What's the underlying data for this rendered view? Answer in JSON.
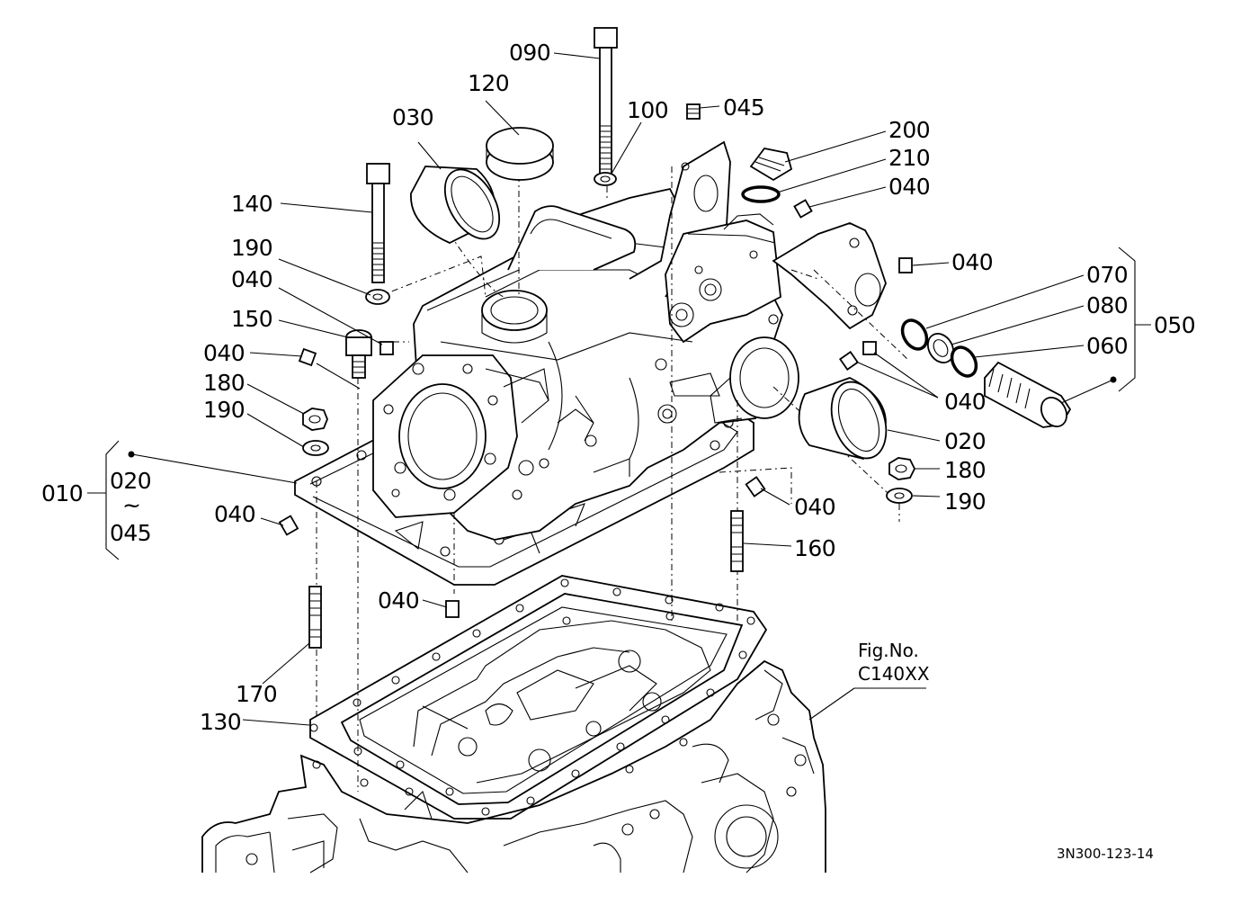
{
  "diagram": {
    "figure_caption": "Fig.No.",
    "figure_number": "C140XX",
    "drawing_code": "3N300-123-14",
    "assembly_ranges": [
      {
        "id": "010",
        "from": "020",
        "tilde": "~",
        "to": "045"
      },
      {
        "id": "050"
      }
    ],
    "parts": [
      {
        "id": "p090",
        "number": "090"
      },
      {
        "id": "p120",
        "number": "120"
      },
      {
        "id": "p100",
        "number": "100"
      },
      {
        "id": "p045",
        "number": "045"
      },
      {
        "id": "p030",
        "number": "030"
      },
      {
        "id": "p200",
        "number": "200"
      },
      {
        "id": "p210",
        "number": "210"
      },
      {
        "id": "p040a",
        "number": "040"
      },
      {
        "id": "p140",
        "number": "140"
      },
      {
        "id": "p040b",
        "number": "040"
      },
      {
        "id": "p190a",
        "number": "190"
      },
      {
        "id": "p070",
        "number": "070"
      },
      {
        "id": "p040c",
        "number": "040"
      },
      {
        "id": "p080",
        "number": "080"
      },
      {
        "id": "p150",
        "number": "150"
      },
      {
        "id": "p040d",
        "number": "040"
      },
      {
        "id": "p060",
        "number": "060"
      },
      {
        "id": "p040e",
        "number": "040"
      },
      {
        "id": "p180a",
        "number": "180"
      },
      {
        "id": "p190b",
        "number": "190"
      },
      {
        "id": "p020",
        "number": "020"
      },
      {
        "id": "p180b",
        "number": "180"
      },
      {
        "id": "p040f",
        "number": "040"
      },
      {
        "id": "p040g",
        "number": "040"
      },
      {
        "id": "p190c",
        "number": "190"
      },
      {
        "id": "p160",
        "number": "160"
      },
      {
        "id": "p040h",
        "number": "040"
      },
      {
        "id": "p170",
        "number": "170"
      },
      {
        "id": "p130",
        "number": "130"
      }
    ]
  }
}
